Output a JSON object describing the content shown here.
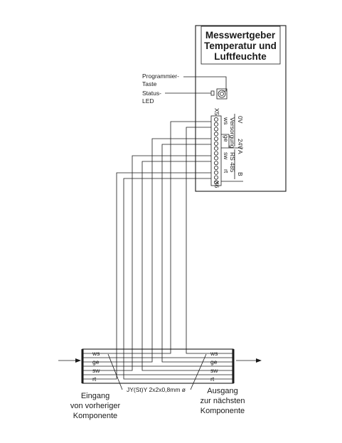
{
  "device": {
    "title_lines": [
      "Messwertgeber",
      "Temperatur und",
      "Luftfeuchte"
    ],
    "prog_key_lines": [
      "Programmier-",
      "Taste"
    ],
    "status_led_lines": [
      "Status-",
      "LED"
    ]
  },
  "terminal": {
    "top_label": "X5",
    "bottom_label": "X6",
    "wire_labels": [
      "ws",
      "ge",
      "sw",
      "rt"
    ],
    "group_labels": [
      "0V",
      "24V",
      "A",
      "B"
    ],
    "versorgung_label": "Versorgung",
    "rs485_label": "RS 485"
  },
  "bus": {
    "wire_labels": [
      "ws",
      "ge",
      "sw",
      "rt"
    ],
    "cable_label": "JY(St)Y 2x2x0,8mm ø",
    "input_lines": [
      "Eingang",
      "von vorheriger",
      "Komponente"
    ],
    "output_lines": [
      "Ausgang",
      "zur nächsten",
      "Komponente"
    ]
  }
}
